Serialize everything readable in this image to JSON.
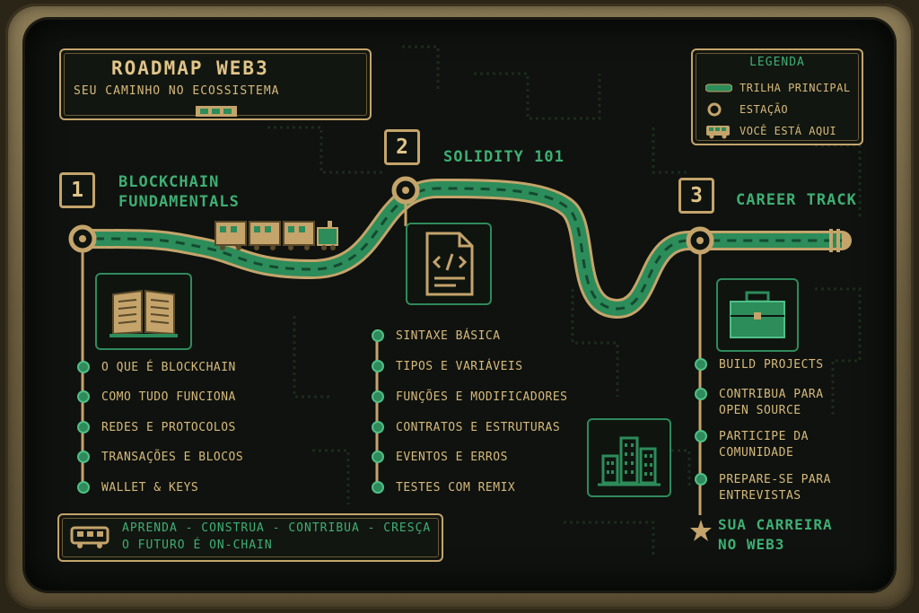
{
  "header": {
    "title": "ROADMAP WEB3",
    "subtitle": "SEU CAMINHO NO ECOSSISTEMA"
  },
  "legend": {
    "title": "LEGENDA",
    "items": [
      {
        "label": "TRILHA PRINCIPAL",
        "icon": "track-icon"
      },
      {
        "label": "ESTAÇÃO",
        "icon": "station-icon"
      },
      {
        "label": "VOCÊ ESTÁ AQUI",
        "icon": "train-icon"
      }
    ]
  },
  "stages": [
    {
      "number": "1",
      "title_line1": "BLOCKCHAIN",
      "title_line2": "FUNDAMENTALS",
      "icon": "book-icon",
      "items": [
        "O QUE É BLOCKCHAIN",
        "COMO TUDO FUNCIONA",
        "REDES E PROTOCOLOS",
        "TRANSAÇÕES E BLOCOS",
        "WALLET & KEYS"
      ]
    },
    {
      "number": "2",
      "title_line1": "SOLIDITY 101",
      "icon": "code-file-icon",
      "items": [
        "SINTAXE BÁSICA",
        "TIPOS E VARIÁVEIS",
        "FUNÇÕES E MODIFICADORES",
        "CONTRATOS E ESTRUTURAS",
        "EVENTOS E ERROS",
        "TESTES COM REMIX"
      ]
    },
    {
      "number": "3",
      "title_line1": "CAREER TRACK",
      "icon": "briefcase-icon",
      "items": [
        {
          "line1": "BUILD PROJECTS",
          "line2": ""
        },
        {
          "line1": "CONTRIBUA PARA",
          "line2": "OPEN SOURCE"
        },
        {
          "line1": "PARTICIPE DA",
          "line2": "COMUNIDADE"
        },
        {
          "line1": "PREPARE-SE PARA",
          "line2": "ENTREVISTAS"
        }
      ]
    }
  ],
  "goal": {
    "line1": "SUA CARREIRA",
    "line2": "NO WEB3",
    "icon": "star-icon"
  },
  "extra_icon": "city-icon",
  "footer": {
    "line1": "APRENDA - CONSTRUA - CONTRIBUA - CRESÇA",
    "line2": "O FUTURO É ON-CHAIN",
    "icon": "tram-icon"
  },
  "colors": {
    "gold": "#c4a46b",
    "green": "#3fae74",
    "dark_green": "#1f6e48",
    "background": "#0f120e"
  }
}
